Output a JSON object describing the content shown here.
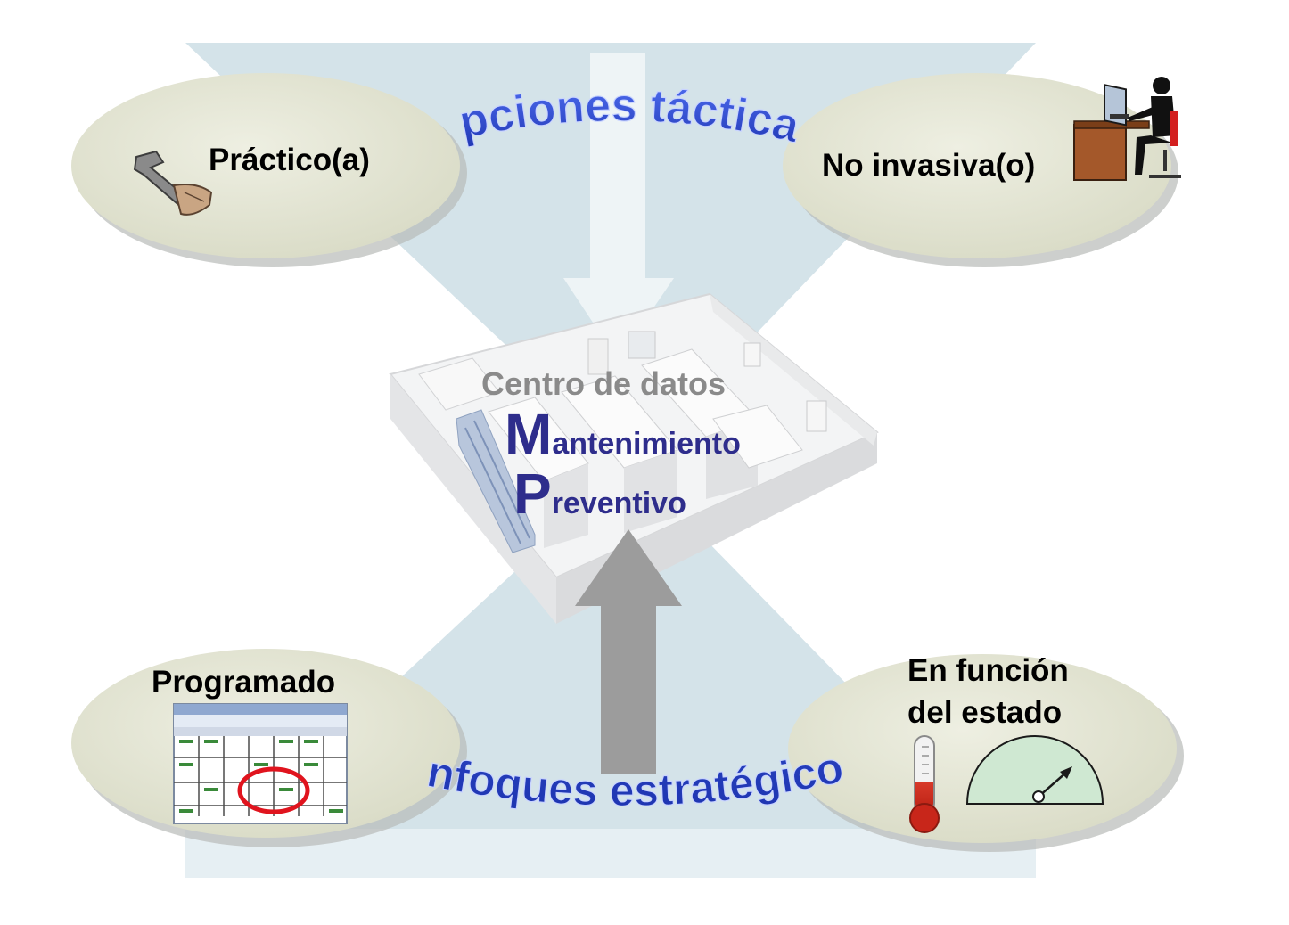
{
  "diagram": {
    "top_banner": "Opciones tácticas",
    "bottom_banner": "Enfoques estratégicos",
    "center": {
      "title": "Centro de datos",
      "line1_initial": "M",
      "line1_rest": "antenimiento",
      "line2_initial": "P",
      "line2_rest": "reventivo"
    },
    "ovals": {
      "top_left": "Práctico(a)",
      "top_right": "No invasiva(o)",
      "bottom_left": "Programado",
      "bottom_right_line1": "En función",
      "bottom_right_line2": "del estado"
    },
    "icons": {
      "top_left": "wrench-icon",
      "top_right": "person-at-computer-icon",
      "bottom_left": "calendar-schedule-icon",
      "bottom_right_a": "thermometer-icon",
      "bottom_right_b": "gauge-icon"
    },
    "colors": {
      "background_hourglass": "#d4e3e9",
      "oval_fill": "#e5e6d6",
      "banner_text": "#2f4fd8",
      "center_text": "#2e2d8c",
      "center_title": "#8a8a8a",
      "arrow_top": "#eef3f5",
      "arrow_bottom": "#9c9c9c",
      "highlight_circle": "#e0141e"
    }
  }
}
